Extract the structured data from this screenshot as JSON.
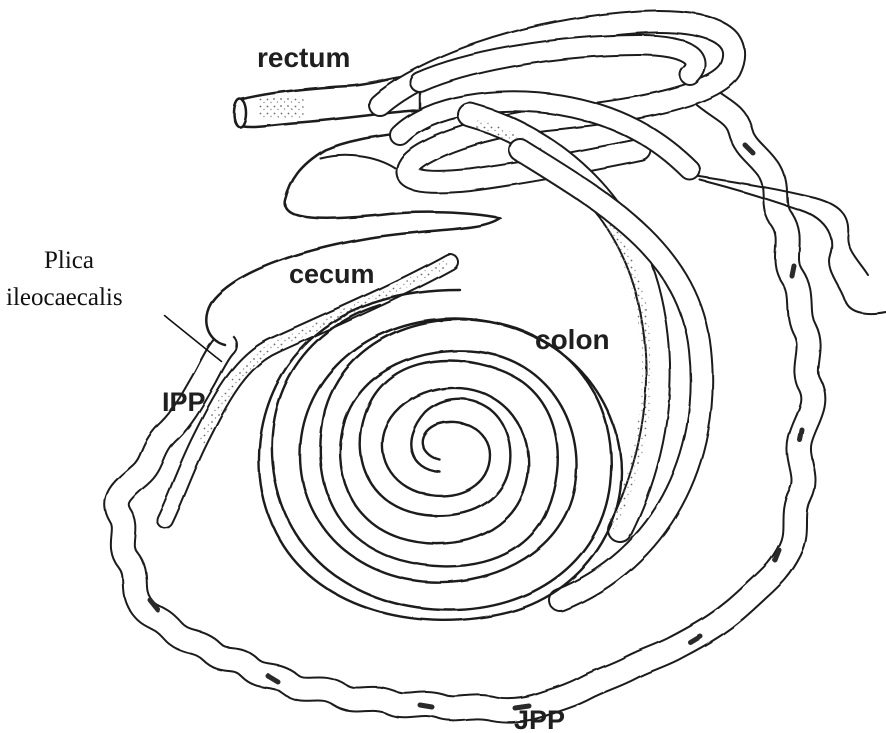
{
  "labels": {
    "rectum": "rectum",
    "cecum": "cecum",
    "colon": "colon",
    "ipp": "IPP",
    "jpp": "JPP",
    "plica_line1": "Plica",
    "plica_line2": "ileocaecalis"
  },
  "colors": {
    "ink": "#1a1a1a",
    "tube_fill": "#ffffff",
    "stipple": "#777777"
  }
}
